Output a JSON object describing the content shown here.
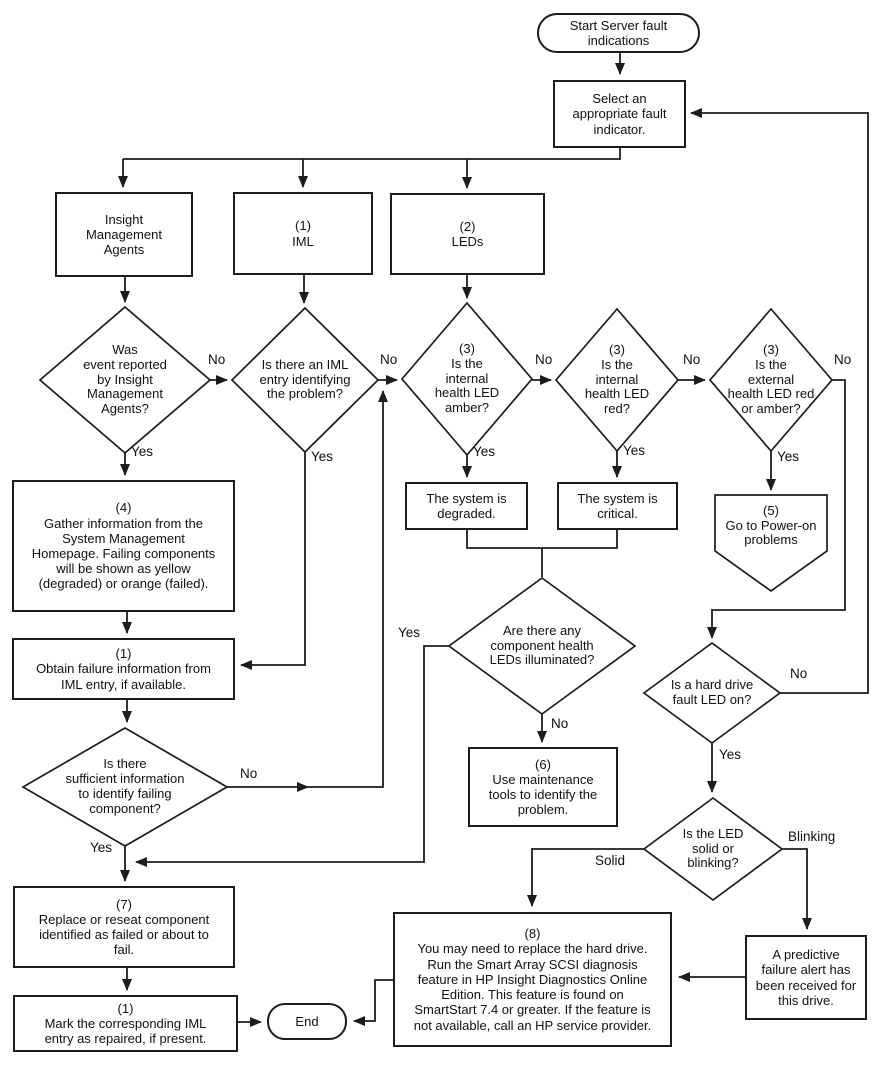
{
  "labels": {
    "yes": "Yes",
    "no": "No",
    "solid": "Solid",
    "blinking": "Blinking"
  },
  "colors": {
    "line": "#1c1c1c",
    "background": "#ffffff",
    "text": "#111111"
  },
  "nodes": {
    "start": "Start Server fault\nindications",
    "select": "Select an\nappropriate fault\nindicator.",
    "agents": "Insight\nManagement\nAgents",
    "iml": "(1)\nIML",
    "leds": "(2)\nLEDs",
    "d_was_event": "Was\nevent reported\nby Insight\nManagement\nAgents?",
    "d_iml_entry": "Is there an IML\nentry identifying\nthe problem?",
    "d_internal_amber": "(3)\nIs the\ninternal\nhealth LED\namber?",
    "d_internal_red": "(3)\nIs the\ninternal\nhealth LED\nred?",
    "d_external": "(3)\nIs the\nexternal\nhealth LED red\nor amber?",
    "gather": "(4)\nGather information from the\nSystem Management\nHomepage. Failing components\nwill be shown as yellow\n(degraded) or orange (failed).",
    "obtain": "(1)\nObtain failure information from\nIML entry, if available.",
    "degraded": "The system is\ndegraded.",
    "critical": "The system is\ncritical.",
    "power_on": "(5)\nGo to Power-on\nproblems",
    "d_component_leds": "Are there any\ncomponent health\nLEDs illuminated?",
    "d_sufficient": "Is there\nsufficient information\nto identify failing\ncomponent?",
    "maintenance": "(6)\nUse maintenance\ntools to identify the\nproblem.",
    "d_hard_drive": "Is a hard drive\nfault LED on?",
    "d_solid_blinking": "Is the LED\nsolid or\nblinking?",
    "replace": "(7)\nReplace or reseat component\nidentified as failed or about to\nfail.",
    "hdd_replace": "(8)\nYou may need to replace the hard drive.\nRun the Smart Array SCSI diagnosis\nfeature in HP Insight Diagnostics Online\nEdition. This feature is found on\nSmartStart 7.4 or greater. If the feature is\nnot available, call an HP service provider.",
    "predictive": "A predictive\nfailure alert has\nbeen received for\nthis drive.",
    "mark": "(1)\nMark the corresponding IML\nentry as repaired, if present.",
    "end": "End"
  }
}
